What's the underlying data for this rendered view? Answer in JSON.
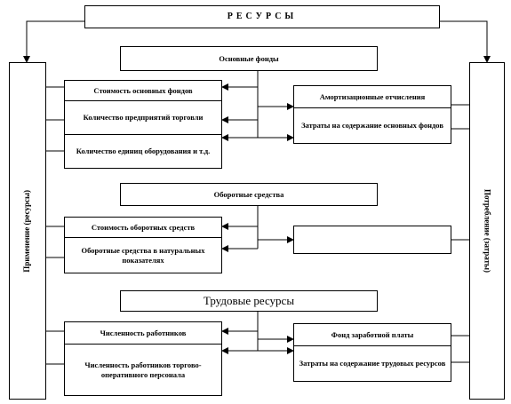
{
  "title": "РЕСУРСЫ",
  "left_panel": "Применение (ресурсы)",
  "right_panel": "Потребление (затраты)",
  "fixed_assets": {
    "header": "Основные фонды",
    "items": [
      "Стоимость основных фондов",
      "Количество предприятий торговли",
      "Количество единиц оборудования и т.д."
    ],
    "costs": [
      "Амортизационные отчисления",
      "Затраты на содержание основных фондов"
    ]
  },
  "working_capital": {
    "header": "Оборотные средства",
    "items": [
      "Стоимость оборотных средств",
      "Оборотные средства в натуральных показателях"
    ],
    "costs": [
      ""
    ]
  },
  "labor": {
    "header": "Трудовые ресурсы",
    "items": [
      "Численность работников",
      "Численность работников торгово-оперативного персонала"
    ],
    "costs": [
      "Фонд заработной платы",
      "Затраты на содержание трудовых ресурсов"
    ]
  }
}
